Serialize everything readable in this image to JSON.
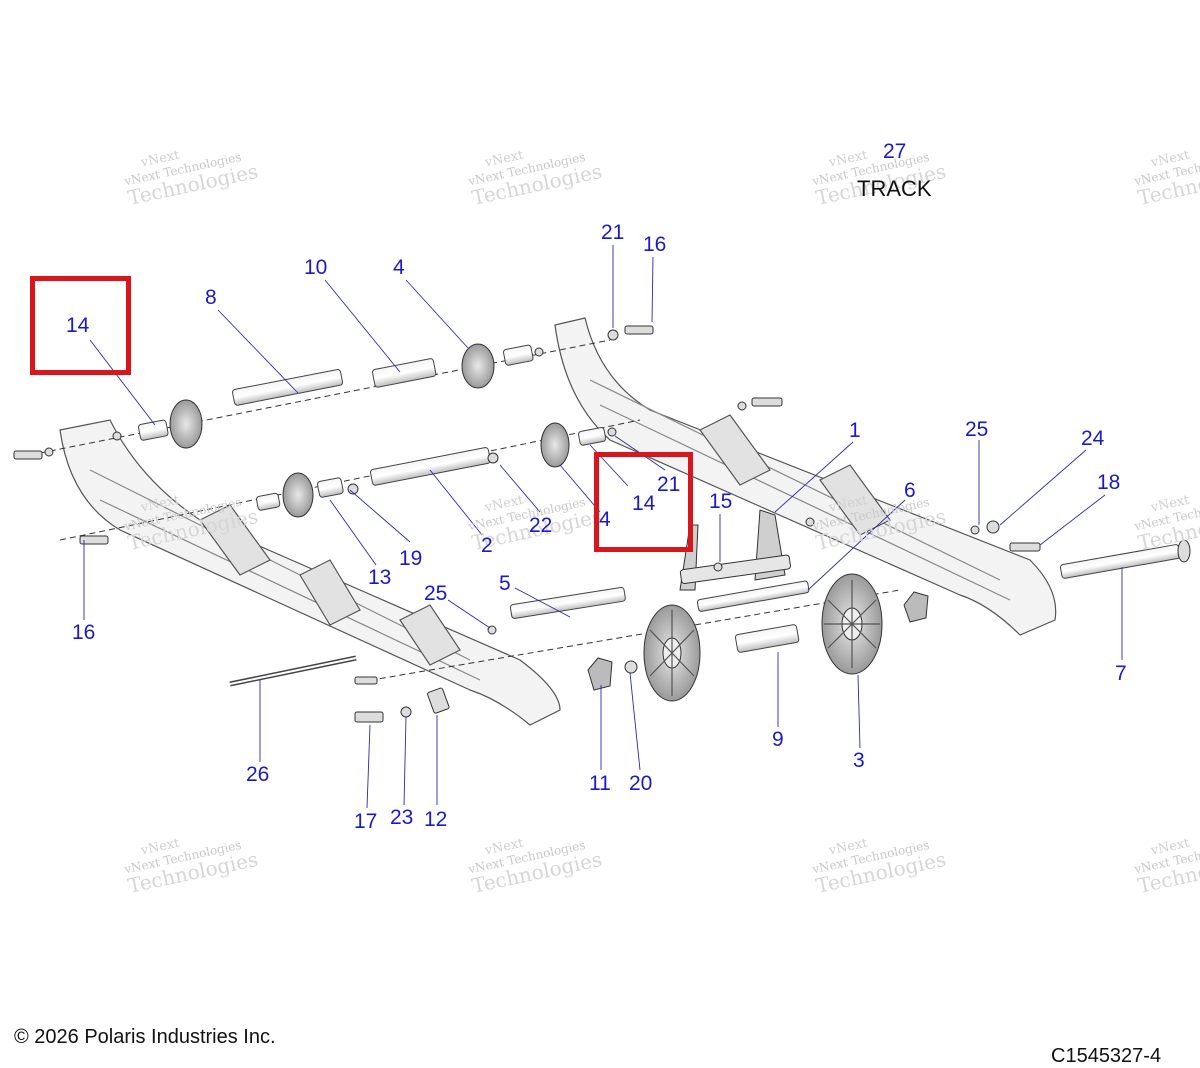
{
  "watermark": {
    "line0": "vNext",
    "line1": "vNext Technologies",
    "line2": "Technologies"
  },
  "track": {
    "number": "27",
    "label": "TRACK"
  },
  "callouts": [
    {
      "id": "c14a",
      "text": "14"
    },
    {
      "id": "c8",
      "text": "8"
    },
    {
      "id": "c10",
      "text": "10"
    },
    {
      "id": "c4a",
      "text": "4"
    },
    {
      "id": "c21a",
      "text": "21"
    },
    {
      "id": "c16a",
      "text": "16"
    },
    {
      "id": "c1",
      "text": "1"
    },
    {
      "id": "c25a",
      "text": "25"
    },
    {
      "id": "c24",
      "text": "24"
    },
    {
      "id": "c21b",
      "text": "21"
    },
    {
      "id": "c14b",
      "text": "14"
    },
    {
      "id": "c4b",
      "text": "4"
    },
    {
      "id": "c15",
      "text": "15"
    },
    {
      "id": "c6",
      "text": "6"
    },
    {
      "id": "c18",
      "text": "18"
    },
    {
      "id": "c22",
      "text": "22"
    },
    {
      "id": "c2",
      "text": "2"
    },
    {
      "id": "c19",
      "text": "19"
    },
    {
      "id": "c13",
      "text": "13"
    },
    {
      "id": "c16b",
      "text": "16"
    },
    {
      "id": "c25b",
      "text": "25"
    },
    {
      "id": "c5",
      "text": "5"
    },
    {
      "id": "c7",
      "text": "7"
    },
    {
      "id": "c26",
      "text": "26"
    },
    {
      "id": "c9",
      "text": "9"
    },
    {
      "id": "c3",
      "text": "3"
    },
    {
      "id": "c11",
      "text": "11"
    },
    {
      "id": "c20",
      "text": "20"
    },
    {
      "id": "c17",
      "text": "17"
    },
    {
      "id": "c23",
      "text": "23"
    },
    {
      "id": "c12",
      "text": "12"
    }
  ],
  "highlight_color": "#d8161b",
  "callout_color": "#1a1ac8",
  "footer": {
    "copyright": "© 2026 Polaris Industries Inc.",
    "diagram_id": "C1545327-4"
  }
}
